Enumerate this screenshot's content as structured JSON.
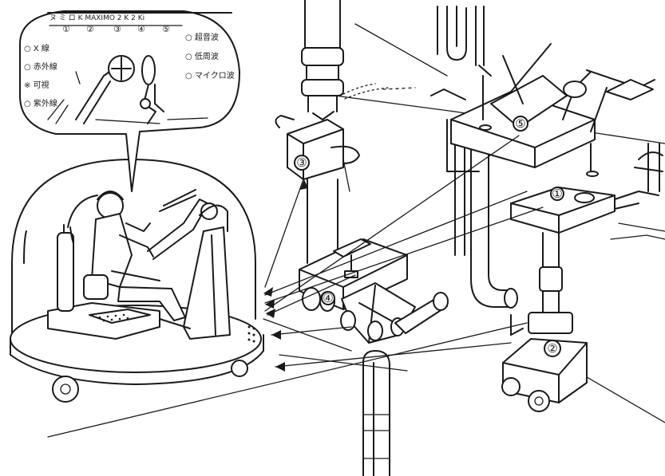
{
  "bubble": {
    "scale_top": "ヌ ミ ロ K  MAXIMO 2  K  2  Ki",
    "scale_marks": [
      "①",
      "②",
      "③",
      "④",
      "⑤"
    ],
    "left_legend": [
      "○ X 線",
      "○ 赤外線",
      "※ 可視",
      "○ 紫外線"
    ],
    "right_legend": [
      "○ 超音波",
      "○ 低周波",
      "○ マイクロ波"
    ]
  },
  "robots": [
    "①",
    "②",
    "③",
    "④",
    "⑤"
  ],
  "colors": {
    "ink": "#1a1a1a",
    "paper": "#ffffff"
  }
}
